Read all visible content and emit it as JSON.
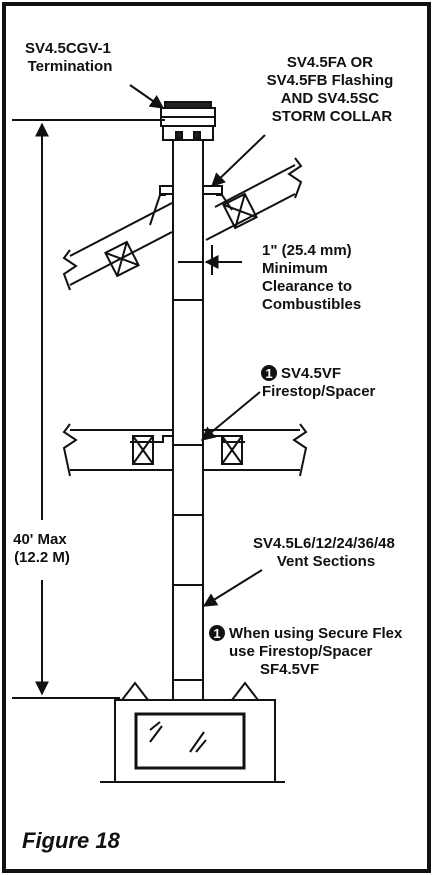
{
  "labels": {
    "termination": [
      "SV4.5CGV-1",
      "Termination"
    ],
    "flashing": [
      "SV4.5FA OR",
      "SV4.5FB Flashing",
      "AND SV4.5SC",
      "STORM COLLAR"
    ],
    "clearance": [
      "1\" (25.4 mm)",
      "Minimum",
      "Clearance to",
      "Combustibles"
    ],
    "firestop": [
      "SV4.5VF",
      "Firestop/Spacer"
    ],
    "height": [
      "40' Max",
      "(12.2 M)"
    ],
    "vent_sections": [
      "SV4.5L6/12/24/36/48",
      "Vent Sections"
    ],
    "secure_flex_note": [
      "When using Secure Flex",
      "use Firestop/Spacer",
      "SF4.5VF"
    ],
    "note_marker": "1"
  },
  "caption": "Figure 18"
}
